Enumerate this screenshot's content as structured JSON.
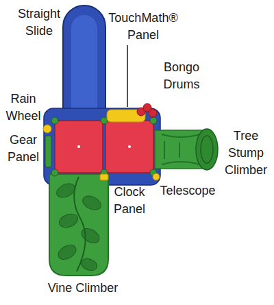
{
  "diagram": {
    "labels": [
      "Straight Slide",
      "TouchMath® Panel",
      "Bongo Drums",
      "Rain Wheel",
      "Gear Panel",
      "Tree Stump Climber",
      "Clock Panel",
      "Telescope",
      "Vine Climber"
    ]
  }
}
